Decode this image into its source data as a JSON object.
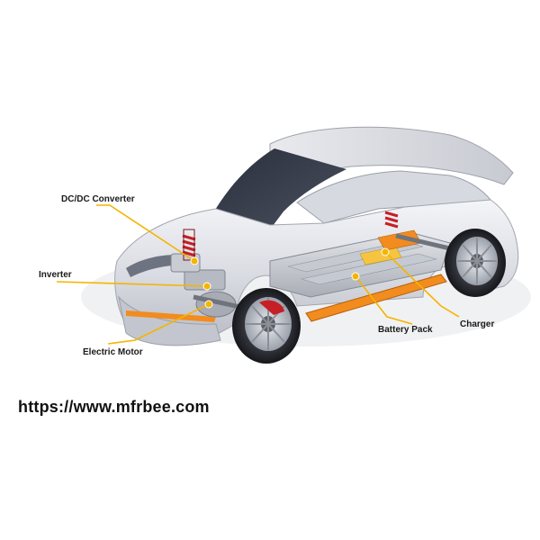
{
  "diagram": {
    "labels": {
      "dcdc": "DC/DC Converter",
      "inverter": "Inverter",
      "motor": "Electric Motor",
      "battery": "Battery Pack",
      "charger": "Charger"
    },
    "callout_color": "#f5b400"
  },
  "watermark": {
    "url": "https://www.mfrbee.com"
  }
}
